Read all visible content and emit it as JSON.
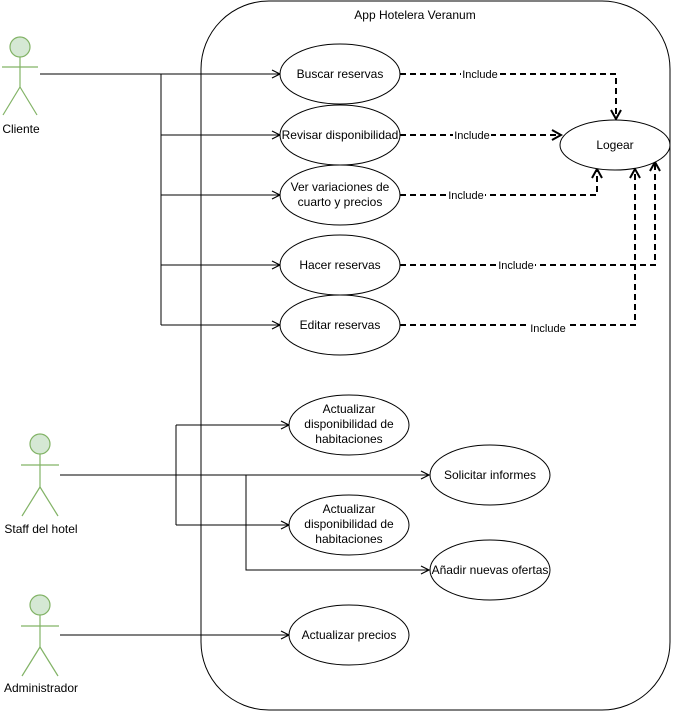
{
  "system": {
    "title": "App Hotelera Veranum"
  },
  "actors": {
    "cliente": "Cliente",
    "staff": "Staff del hotel",
    "admin": "Administrador"
  },
  "usecases": {
    "buscar": [
      "Buscar reservas"
    ],
    "revisar": [
      "Revisar disponibilidad"
    ],
    "variaciones": [
      "Ver variaciones de",
      "cuarto y precios"
    ],
    "hacer": [
      "Hacer reservas"
    ],
    "editar": [
      "Editar reservas"
    ],
    "logear": [
      "Logear"
    ],
    "actualizar1": [
      "Actualizar",
      "disponibilidad de",
      "habitaciones"
    ],
    "informes": [
      "Solicitar informes"
    ],
    "actualizar2": [
      "Actualizar",
      "disponibilidad de",
      "habitaciones"
    ],
    "ofertas": [
      "Añadir nuevas ofertas"
    ],
    "precios": [
      "Actualizar precios"
    ]
  },
  "relations": {
    "include": "Include"
  }
}
